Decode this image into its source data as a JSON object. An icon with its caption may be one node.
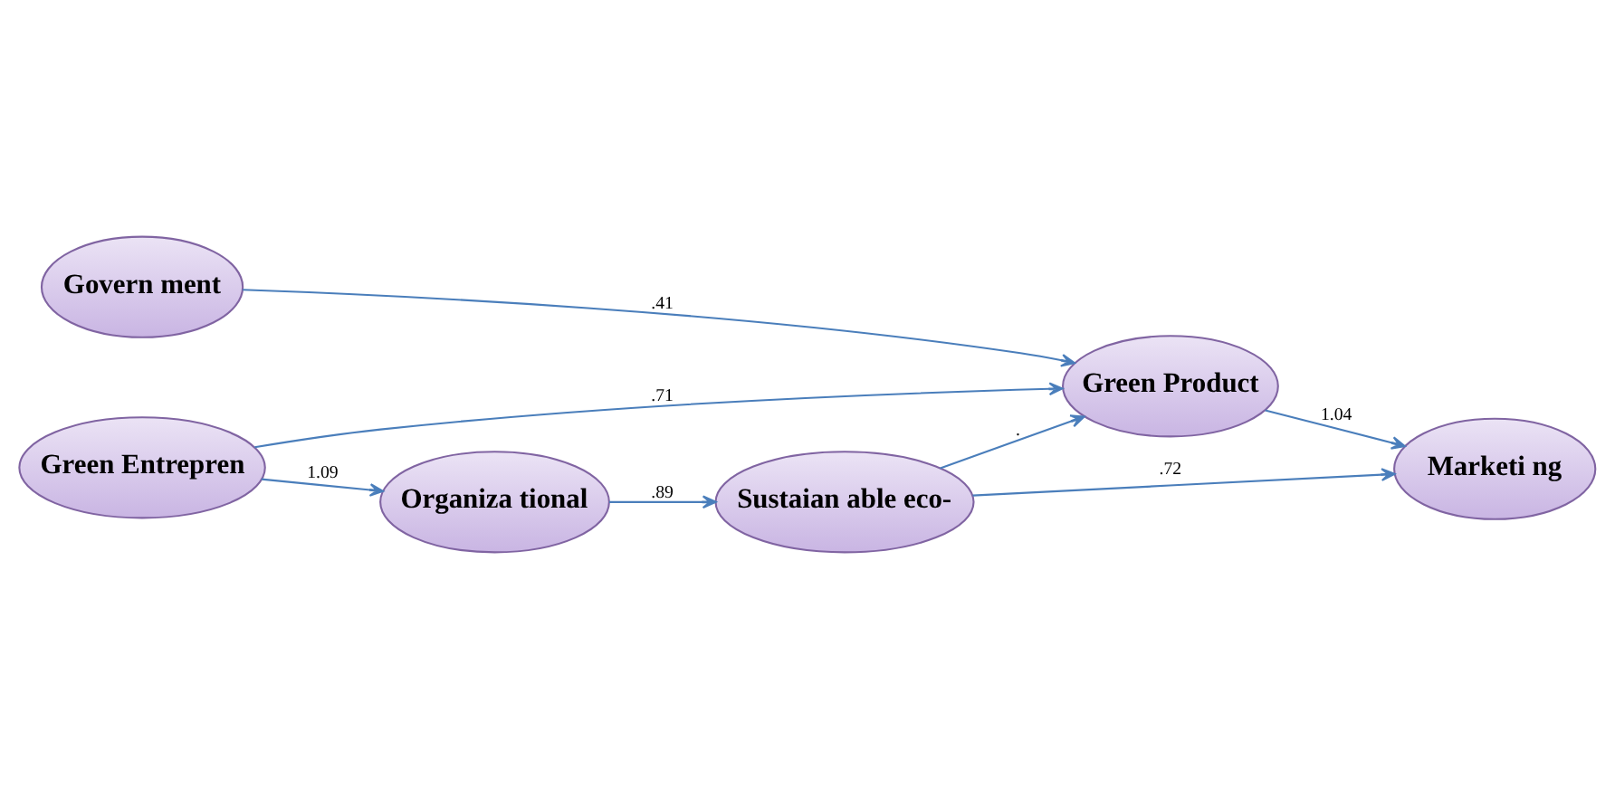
{
  "diagram": {
    "nodes": [
      {
        "text": [
          "Govern ment"
        ]
      },
      {
        "text": [
          "Green Entrepren"
        ]
      },
      {
        "text": [
          "Green Product"
        ]
      },
      {
        "text": [
          "Marketi ng"
        ]
      },
      {
        "text": [
          "Organiza tional"
        ]
      },
      {
        "text": [
          "Sustaian able eco-"
        ]
      }
    ],
    "edges": [
      {
        "from": 0,
        "to": 2,
        "arrow": "to",
        "label": ".41"
      },
      {
        "from": 1,
        "to": 2,
        "arrow": "to",
        "label": ".71"
      },
      {
        "from": 2,
        "to": 3,
        "arrow": "to",
        "label": "1.04"
      },
      {
        "from": 1,
        "to": 4,
        "arrow": "to",
        "label": "1.09"
      },
      {
        "from": 4,
        "to": 5,
        "arrow": "to",
        "label": ".89"
      },
      {
        "from": 5,
        "to": 2,
        "arrow": "to",
        "label": "."
      },
      {
        "from": 5,
        "to": 3,
        "arrow": "to",
        "label": ".72"
      }
    ]
  }
}
